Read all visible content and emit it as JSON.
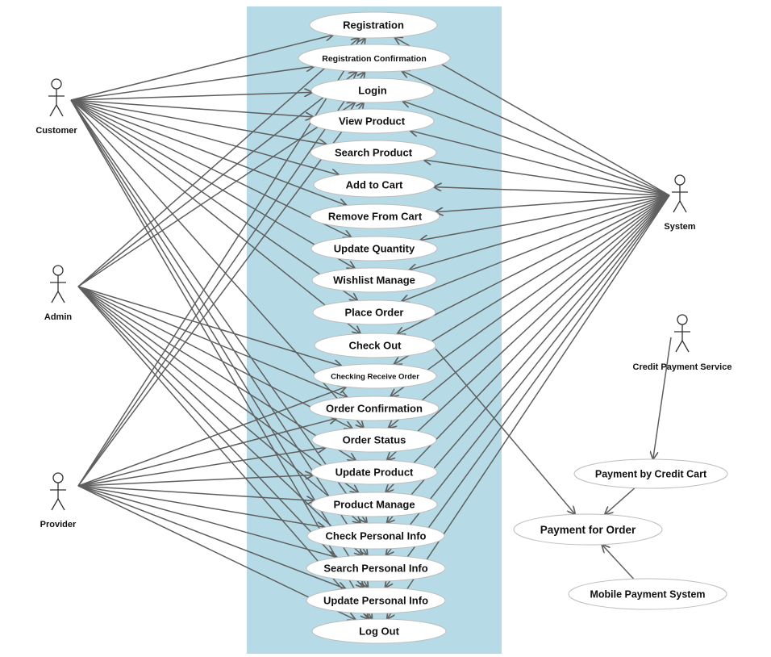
{
  "actors": [
    {
      "id": "customer",
      "label": "Customer"
    },
    {
      "id": "admin",
      "label": "Admin"
    },
    {
      "id": "provider",
      "label": "Provider"
    },
    {
      "id": "system",
      "label": "System"
    },
    {
      "id": "credit",
      "label": "Credit Payment Service"
    }
  ],
  "use_cases": [
    {
      "id": "registration",
      "label": "Registration"
    },
    {
      "id": "registration_confirmation",
      "label": "Registration Confirmation"
    },
    {
      "id": "login",
      "label": "Login"
    },
    {
      "id": "view_product",
      "label": "View Product"
    },
    {
      "id": "search_product",
      "label": "Search Product"
    },
    {
      "id": "add_to_cart",
      "label": "Add to Cart"
    },
    {
      "id": "remove_from_cart",
      "label": "Remove From Cart"
    },
    {
      "id": "update_quantity",
      "label": "Update Quantity"
    },
    {
      "id": "wishlist_manage",
      "label": "Wishlist Manage"
    },
    {
      "id": "place_order",
      "label": "Place Order"
    },
    {
      "id": "check_out",
      "label": "Check Out"
    },
    {
      "id": "checking_receive_order",
      "label": "Checking Receive Order"
    },
    {
      "id": "order_confirmation",
      "label": "Order Confirmation"
    },
    {
      "id": "order_status",
      "label": "Order Status"
    },
    {
      "id": "update_product",
      "label": "Update Product"
    },
    {
      "id": "product_manage",
      "label": "Product Manage"
    },
    {
      "id": "check_personal_info",
      "label": "Check Personal Info"
    },
    {
      "id": "search_personal_info",
      "label": "Search Personal Info"
    },
    {
      "id": "update_personal_info",
      "label": "Update Personal Info"
    },
    {
      "id": "log_out",
      "label": "Log Out"
    },
    {
      "id": "payment_by_credit_cart",
      "label": "Payment by Credit Cart"
    },
    {
      "id": "payment_for_order",
      "label": "Payment for Order"
    },
    {
      "id": "mobile_payment_system",
      "label": "Mobile Payment System"
    }
  ],
  "associations": [
    {
      "from": "customer",
      "to": "registration"
    },
    {
      "from": "customer",
      "to": "registration_confirmation"
    },
    {
      "from": "customer",
      "to": "login"
    },
    {
      "from": "customer",
      "to": "view_product"
    },
    {
      "from": "customer",
      "to": "search_product"
    },
    {
      "from": "customer",
      "to": "add_to_cart"
    },
    {
      "from": "customer",
      "to": "remove_from_cart"
    },
    {
      "from": "customer",
      "to": "update_quantity"
    },
    {
      "from": "customer",
      "to": "wishlist_manage"
    },
    {
      "from": "customer",
      "to": "place_order"
    },
    {
      "from": "customer",
      "to": "check_out"
    },
    {
      "from": "customer",
      "to": "order_status"
    },
    {
      "from": "customer",
      "to": "check_personal_info"
    },
    {
      "from": "customer",
      "to": "search_personal_info"
    },
    {
      "from": "customer",
      "to": "update_personal_info"
    },
    {
      "from": "customer",
      "to": "log_out"
    },
    {
      "from": "admin",
      "to": "registration"
    },
    {
      "from": "admin",
      "to": "registration_confirmation"
    },
    {
      "from": "admin",
      "to": "login"
    },
    {
      "from": "admin",
      "to": "checking_receive_order"
    },
    {
      "from": "admin",
      "to": "order_confirmation"
    },
    {
      "from": "admin",
      "to": "order_status"
    },
    {
      "from": "admin",
      "to": "update_product"
    },
    {
      "from": "admin",
      "to": "product_manage"
    },
    {
      "from": "admin",
      "to": "check_personal_info"
    },
    {
      "from": "admin",
      "to": "search_personal_info"
    },
    {
      "from": "admin",
      "to": "update_personal_info"
    },
    {
      "from": "admin",
      "to": "log_out"
    },
    {
      "from": "provider",
      "to": "registration"
    },
    {
      "from": "provider",
      "to": "registration_confirmation"
    },
    {
      "from": "provider",
      "to": "login"
    },
    {
      "from": "provider",
      "to": "checking_receive_order"
    },
    {
      "from": "provider",
      "to": "order_confirmation"
    },
    {
      "from": "provider",
      "to": "order_status"
    },
    {
      "from": "provider",
      "to": "update_product"
    },
    {
      "from": "provider",
      "to": "product_manage"
    },
    {
      "from": "provider",
      "to": "check_personal_info"
    },
    {
      "from": "provider",
      "to": "search_personal_info"
    },
    {
      "from": "provider",
      "to": "update_personal_info"
    },
    {
      "from": "provider",
      "to": "log_out"
    },
    {
      "from": "system",
      "to": "registration"
    },
    {
      "from": "system",
      "to": "registration_confirmation"
    },
    {
      "from": "system",
      "to": "login"
    },
    {
      "from": "system",
      "to": "view_product"
    },
    {
      "from": "system",
      "to": "search_product"
    },
    {
      "from": "system",
      "to": "add_to_cart"
    },
    {
      "from": "system",
      "to": "remove_from_cart"
    },
    {
      "from": "system",
      "to": "update_quantity"
    },
    {
      "from": "system",
      "to": "wishlist_manage"
    },
    {
      "from": "system",
      "to": "place_order"
    },
    {
      "from": "system",
      "to": "check_out"
    },
    {
      "from": "system",
      "to": "checking_receive_order"
    },
    {
      "from": "system",
      "to": "order_confirmation"
    },
    {
      "from": "system",
      "to": "order_status"
    },
    {
      "from": "system",
      "to": "update_product"
    },
    {
      "from": "system",
      "to": "product_manage"
    },
    {
      "from": "system",
      "to": "check_personal_info"
    },
    {
      "from": "system",
      "to": "search_personal_info"
    },
    {
      "from": "system",
      "to": "update_personal_info"
    },
    {
      "from": "system",
      "to": "log_out"
    },
    {
      "from": "check_out",
      "to": "payment_for_order"
    },
    {
      "from": "credit",
      "to": "payment_by_credit_cart"
    },
    {
      "from": "payment_by_credit_cart",
      "to": "payment_for_order"
    },
    {
      "from": "mobile_payment_system",
      "to": "payment_for_order"
    }
  ],
  "colors": {
    "system_boundary": "#b6dbe6",
    "edge": "#5f5f5f",
    "ellipse_fill": "#ffffff",
    "ellipse_stroke": "#bdbdbd"
  }
}
